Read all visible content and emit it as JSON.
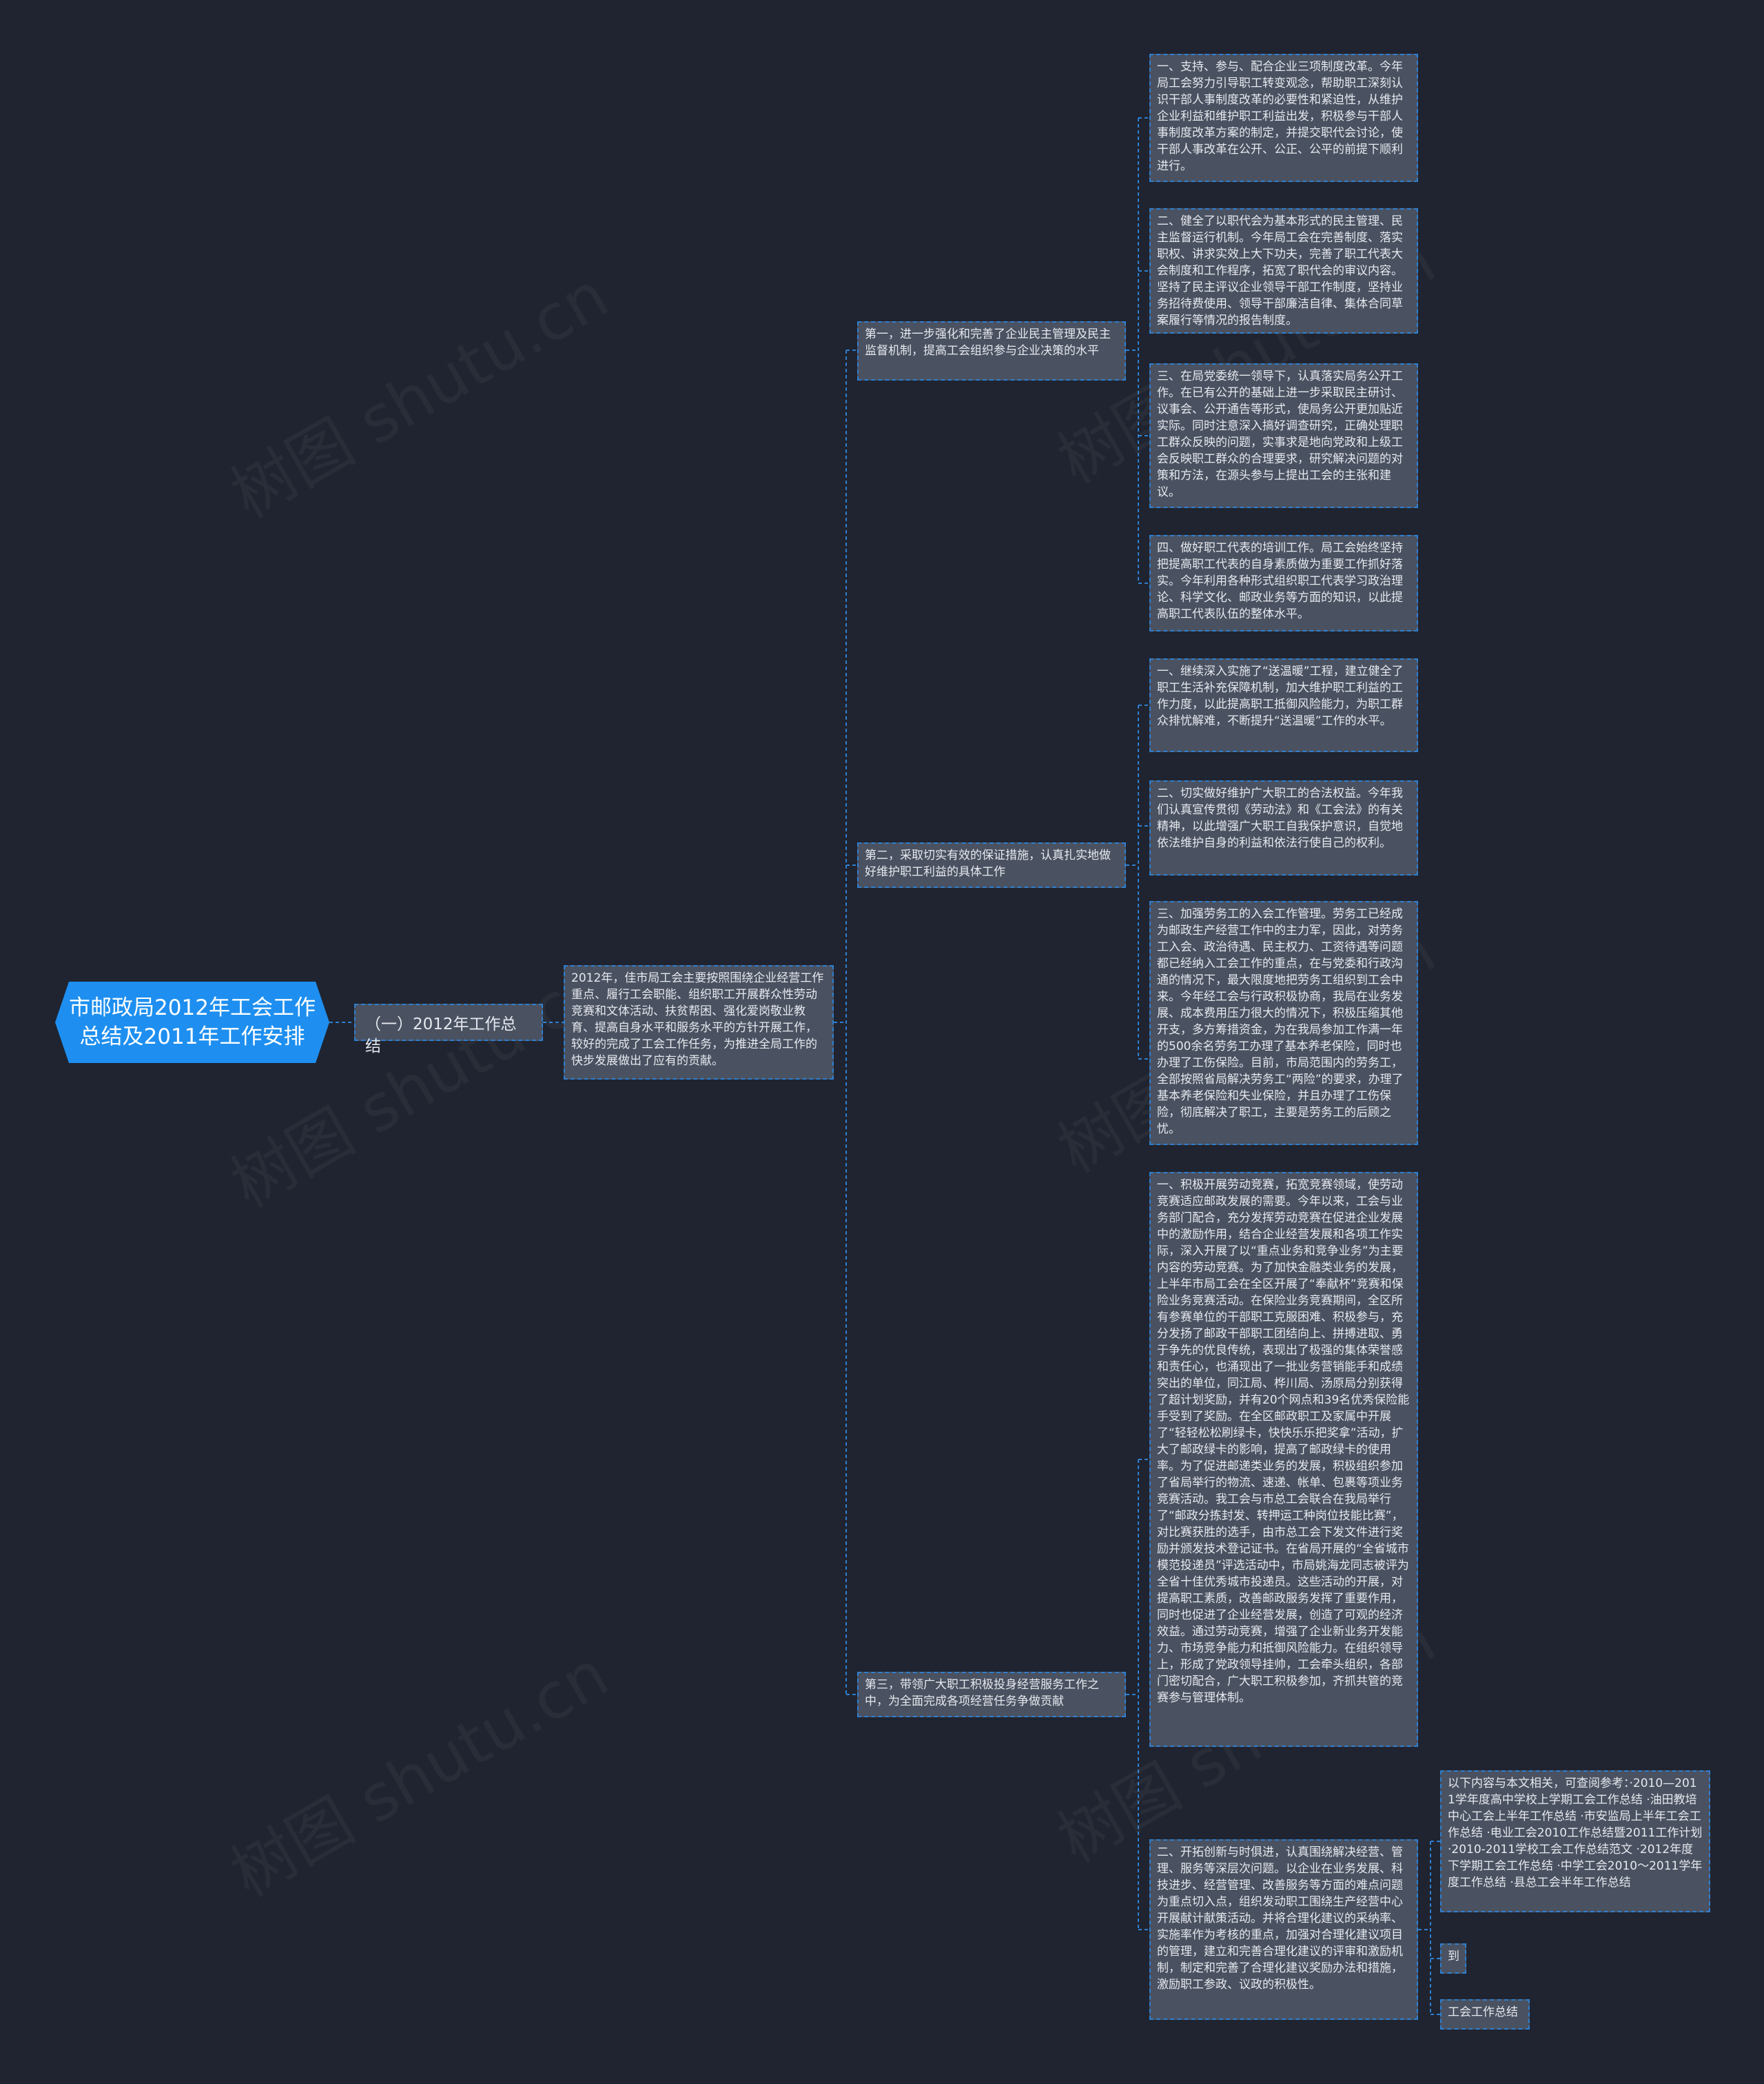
{
  "watermark": "树图 shutu.cn",
  "root": {
    "label": "市邮政局2012年工会工作\n总结及2011年工作安排"
  },
  "level1": {
    "label": "（一）2012年工作总结"
  },
  "summary": "2012年，佳市局工会主要按照围绕企业经营工作重点、履行工会职能、组织职工开展群众性劳动竞赛和文体活动、扶贫帮困、强化爱岗敬业教育、提高自身水平和服务水平的方针开展工作，较好的完成了工会工作任务，为推进全局工作的快步发展做出了应有的贡献。",
  "branches": [
    {
      "label": "第一，进一步强化和完善了企业民主管理及民主监督机制，提高工会组织参与企业决策的水平",
      "items": [
        "一、支持、参与、配合企业三项制度改革。今年局工会努力引导职工转变观念，帮助职工深刻认识干部人事制度改革的必要性和紧迫性，从维护企业利益和维护职工利益出发，积极参与干部人事制度改革方案的制定，并提交职代会讨论，使干部人事改革在公开、公正、公平的前提下顺利进行。",
        "二、健全了以职代会为基本形式的民主管理、民主监督运行机制。今年局工会在完善制度、落实职权、讲求实效上大下功夫，完善了职工代表大会制度和工作程序，拓宽了职代会的审议内容。坚持了民主评议企业领导干部工作制度，坚持业务招待费使用、领导干部廉洁自律、集体合同草案履行等情况的报告制度。",
        "三、在局党委统一领导下，认真落实局务公开工作。在已有公开的基础上进一步采取民主研讨、议事会、公开通告等形式，使局务公开更加贴近实际。同时注意深入搞好调查研究，正确处理职工群众反映的问题，实事求是地向党政和上级工会反映职工群众的合理要求，研究解决问题的对策和方法，在源头参与上提出工会的主张和建议。",
        "四、做好职工代表的培训工作。局工会始终坚持把提高职工代表的自身素质做为重要工作抓好落实。今年利用各种形式组织职工代表学习政治理论、科学文化、邮政业务等方面的知识，以此提高职工代表队伍的整体水平。"
      ]
    },
    {
      "label": "第二，采取切实有效的保证措施，认真扎实地做好维护职工利益的具体工作",
      "items": [
        "一、继续深入实施了“送温暖”工程，建立健全了职工生活补充保障机制，加大维护职工利益的工作力度，以此提高职工抵御风险能力，为职工群众排忧解难，不断提升“送温暖”工作的水平。",
        "二、切实做好维护广大职工的合法权益。今年我们认真宣传贯彻《劳动法》和《工会法》的有关精神，以此增强广大职工自我保护意识，自觉地依法维护自身的利益和依法行使自己的权利。",
        "三、加强劳务工的入会工作管理。劳务工已经成为邮政生产经营工作中的主力军，因此，对劳务工入会、政治待遇、民主权力、工资待遇等问题都已经纳入工会工作的重点，在与党委和行政沟通的情况下，最大限度地把劳务工组织到工会中来。今年经工会与行政积极协商，我局在业务发展、成本费用压力很大的情况下，积极压缩其他开支，多方筹措资金，为在我局参加工作满一年的500余名劳务工办理了基本养老保险，同时也办理了工伤保险。目前，市局范围内的劳务工，全部按照省局解决劳务工“两险”的要求，办理了基本养老保险和失业保险，并且办理了工伤保险，彻底解决了职工，主要是劳务工的后顾之忧。"
      ]
    },
    {
      "label": "第三，带领广大职工积极投身经营服务工作之中，为全面完成各项经营任务争做贡献",
      "items": [
        "一、积极开展劳动竞赛，拓宽竞赛领域，使劳动竞赛适应邮政发展的需要。今年以来，工会与业务部门配合，充分发挥劳动竞赛在促进企业发展中的激励作用，结合企业经营发展和各项工作实际，深入开展了以“重点业务和竞争业务”为主要内容的劳动竞赛。为了加快金融类业务的发展，上半年市局工会在全区开展了“奉献杯”竞赛和保险业务竞赛活动。在保险业务竞赛期间，全区所有参赛单位的干部职工克服困难、积极参与，充分发扬了邮政干部职工团结向上、拼搏进取、勇于争先的优良传统，表现出了极强的集体荣誉感和责任心，也涌现出了一批业务营销能手和成绩突出的单位，同江局、桦川局、汤原局分别获得了超计划奖励，并有20个网点和39名优秀保险能手受到了奖励。在全区邮政职工及家属中开展了“轻轻松松刷绿卡，快快乐乐把奖拿”活动，扩大了邮政绿卡的影响，提高了邮政绿卡的使用率。为了促进邮递类业务的发展，积极组织参加了省局举行的物流、速递、帐单、包裹等项业务竞赛活动。我工会与市总工会联合在我局举行了“邮政分拣封发、转押运工种岗位技能比赛”，对比赛获胜的选手，由市总工会下发文件进行奖励并颁发技术登记证书。在省局开展的“全省城市模范投递员”评选活动中，市局姚海龙同志被评为全省十佳优秀城市投递员。这些活动的开展，对提高职工素质，改善邮政服务发挥了重要作用，同时也促进了企业经营发展，创造了可观的经济效益。通过劳动竞赛，增强了企业新业务开发能力、市场竞争能力和抵御风险能力。在组织领导上，形成了党政领导挂帅，工会牵头组织，各部门密切配合，广大职工积极参加，齐抓共管的竞赛参与管理体制。",
        "二、开拓创新与时俱进，认真围绕解决经营、管理、服务等深层次问题。以企业在业务发展、科技进步、经营管理、改善服务等方面的难点问题为重点切入点，组织发动职工围绕生产经营中心开展献计献策活动。并将合理化建议的采纳率、实施率作为考核的重点，加强对合理化建议项目的管理，建立和完善合理化建议的评审和激励机制，制定和完善了合理化建议奖励办法和措施，激励职工参政、议政的积极性。"
      ]
    }
  ],
  "extras": [
    "以下内容与本文相关，可查阅参考：·2010—2011学年度高中学校上学期工会工作总结 ·油田教培中心工会上半年工作总结 ·市安监局上半年工会工作总结 ·电业工会2010工作总结暨2011工作计划 ·2010-2011学校工会工作总结范文 ·2012年度下学期工会工作总结 ·中学工会2010～2011学年度工作总结 ·县总工会半年工作总结",
    "到",
    "工会工作总结"
  ]
}
